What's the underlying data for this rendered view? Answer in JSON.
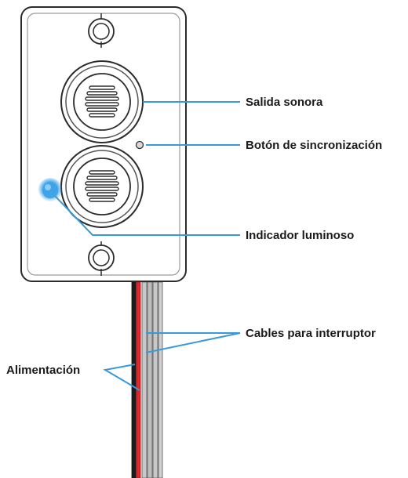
{
  "labels": {
    "sound_output": "Salida sonora",
    "sync_button": "Botón de sincronización",
    "light_indicator": "Indicador luminoso",
    "switch_cables": "Cables para interruptor",
    "power": "Alimentación"
  },
  "colors": {
    "callout_line": "#3a9ad9",
    "indicator_light": "#3fa3e8",
    "power_wire_red": "#e3262b",
    "power_wire_black": "#1c1c1c",
    "switch_wire_gray": "#b5b5b5",
    "device_outline": "#2b2b2b"
  }
}
